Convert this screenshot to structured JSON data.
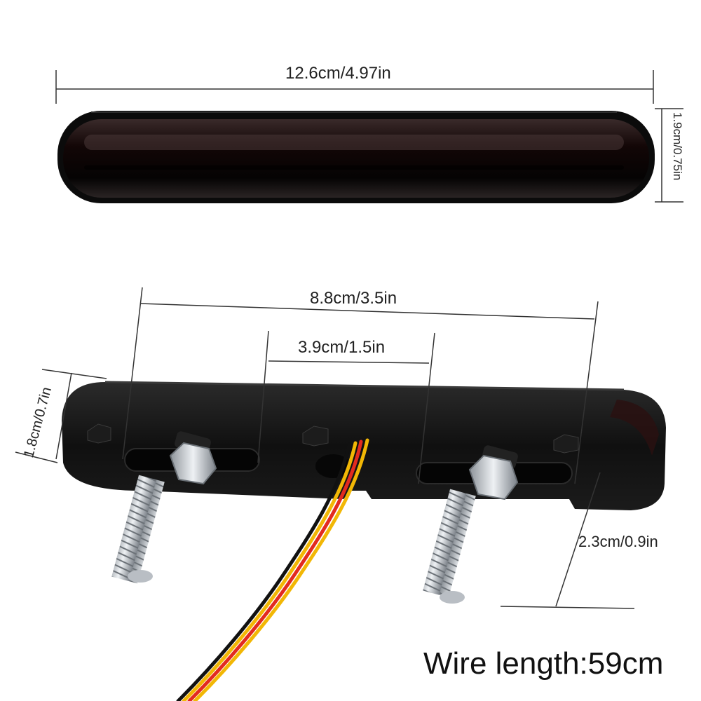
{
  "dimensions": {
    "overall_length": "12.6cm/4.97in",
    "height": "1.9cm/0.75in",
    "hole_spacing_outer": "8.8cm/3.5in",
    "hole_spacing_inner": "3.9cm/1.5in",
    "base_height": "1.8cm/0.7in",
    "depth": "2.3cm/0.9in"
  },
  "wire_length": "Wire length:59cm",
  "colors": {
    "housing": "#141414",
    "lens": "#1a0d0d",
    "bolt": "#c7ccd2",
    "wire_red": "#e32b1f",
    "wire_yellow": "#f2b705",
    "wire_black": "#111111",
    "dimension_line": "#333333"
  }
}
